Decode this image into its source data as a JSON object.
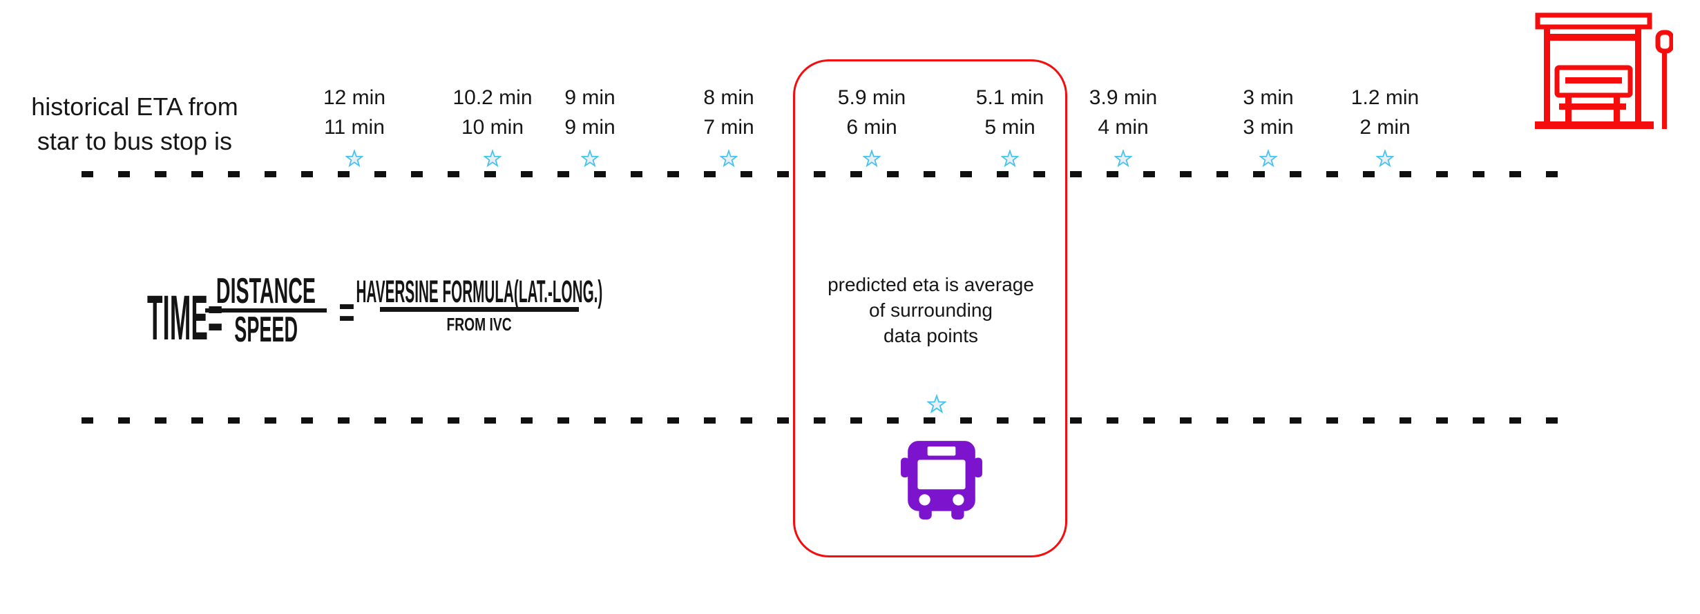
{
  "intro": {
    "line1": "historical ETA from",
    "line2": "star to bus stop is"
  },
  "timeline": {
    "points": [
      {
        "eta_top": "12 min",
        "eta_bottom": "11 min"
      },
      {
        "eta_top": "10.2 min",
        "eta_bottom": "10 min"
      },
      {
        "eta_top": "9 min",
        "eta_bottom": "9 min"
      },
      {
        "eta_top": "8 min",
        "eta_bottom": "7 min"
      },
      {
        "eta_top": "5.9 min",
        "eta_bottom": "6 min"
      },
      {
        "eta_top": "5.1 min",
        "eta_bottom": "5 min"
      },
      {
        "eta_top": "3.9 min",
        "eta_bottom": "4 min"
      },
      {
        "eta_top": "3 min",
        "eta_bottom": "3 min"
      },
      {
        "eta_top": "1.2 min",
        "eta_bottom": "2 min"
      }
    ]
  },
  "formula": {
    "lhs": "TIME=",
    "fraction1": {
      "numerator": "DISTANCE",
      "denominator": "SPEED"
    },
    "equals": "=",
    "fraction2": {
      "numerator": "HAVERSINE FORMULA(LAT.-LONG.)",
      "denominator": "FROM IVC"
    }
  },
  "highlight": {
    "note_line1": "predicted eta is average",
    "note_line2": "of surrounding",
    "note_line3": "data points"
  },
  "icons": {
    "star": "star-icon",
    "bus": "bus-front-icon",
    "bus_stop": "bus-stop-shelter-icon"
  },
  "colors": {
    "accent_red": "#f50d0d",
    "bus_purple": "#7d14cd",
    "star_stroke": "#41c3f0",
    "star_fill": "#eaeef6",
    "ink": "#161616"
  }
}
